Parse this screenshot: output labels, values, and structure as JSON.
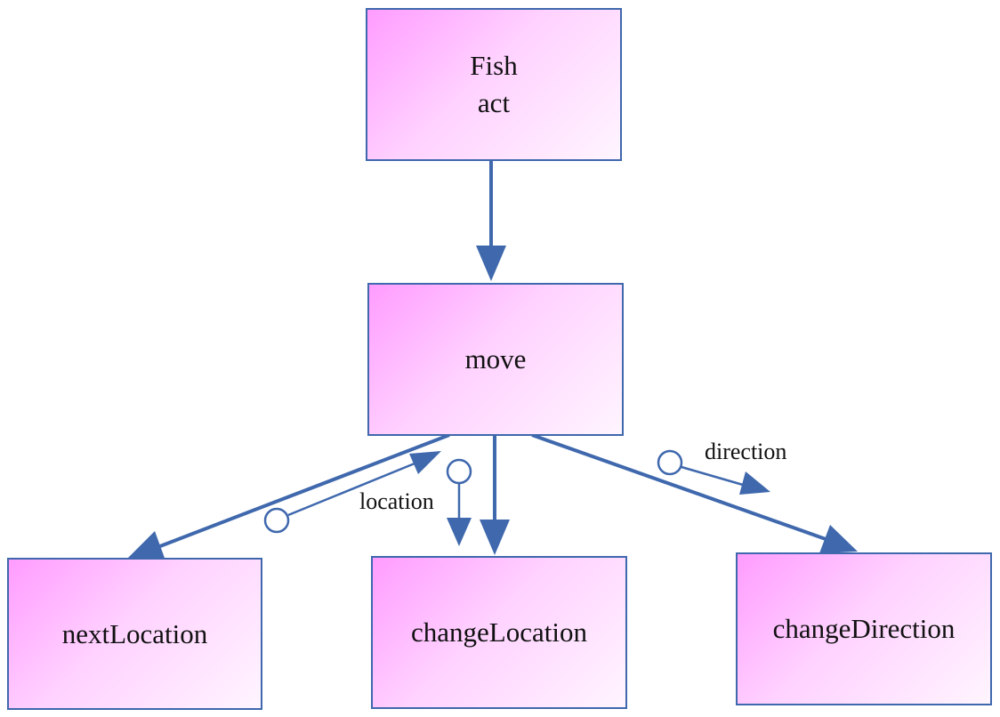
{
  "colors": {
    "stroke": "#3f68ad",
    "box_gradient_start": "#ff9cff",
    "box_gradient_end": "#fff5ff",
    "text": "#111111"
  },
  "nodes": {
    "fish": {
      "lines": [
        "Fish",
        "act"
      ]
    },
    "move": {
      "label": "move"
    },
    "next_location": {
      "label": "nextLocation"
    },
    "change_location": {
      "label": "changeLocation"
    },
    "change_direction": {
      "label": "changeDirection"
    }
  },
  "edges": [
    {
      "from": "fish",
      "to": "move"
    },
    {
      "from": "move",
      "to": "next_location"
    },
    {
      "from": "move",
      "to": "change_location"
    },
    {
      "from": "move",
      "to": "change_direction"
    }
  ],
  "data_couples": [
    {
      "label": "location",
      "direction": "next_location-to-move"
    },
    {
      "label": "",
      "direction": "move-to-change_location"
    },
    {
      "label": "direction",
      "direction": "move-to-change_direction"
    }
  ]
}
